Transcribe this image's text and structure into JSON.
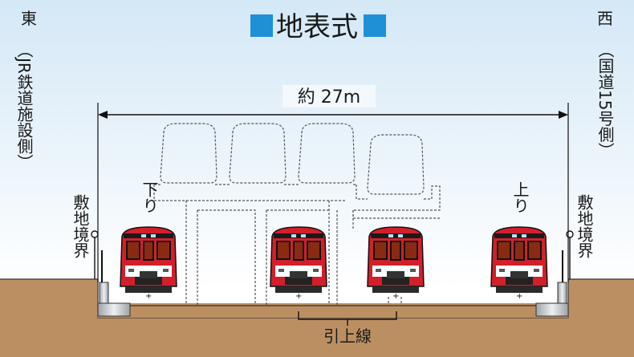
{
  "title": "地表式",
  "accent_color": "#1f8fd6",
  "sky_gradient": [
    "#d4e8f6",
    "#ffffff"
  ],
  "ground_color": "#bc8f62",
  "train_color": "#d1202b",
  "east": {
    "label": "東",
    "note": "（JR鉄道施設側）"
  },
  "west": {
    "label": "西",
    "note": "（国道15号側）"
  },
  "boundary_label": "敷地境界",
  "dimension": {
    "label": "約 27m"
  },
  "directions": {
    "down": "下り",
    "up": "上り"
  },
  "siding_label": "引上線"
}
